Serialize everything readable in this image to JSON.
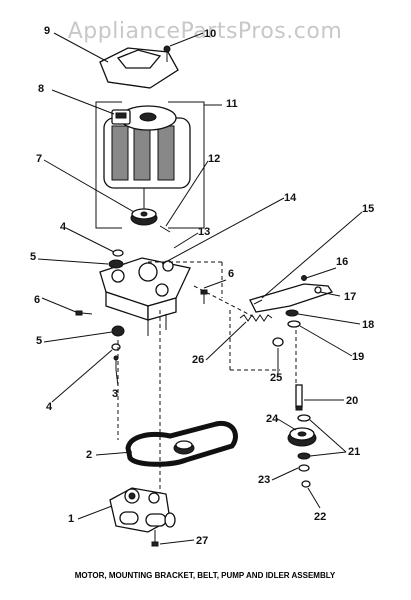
{
  "watermark": "AppliancePartsPros.com",
  "caption": "MOTOR, MOUNTING BRACKET, BELT, PUMP AND IDLER ASSEMBLY",
  "callouts": {
    "c1": "1",
    "c2": "2",
    "c3": "3",
    "c4a": "4",
    "c4b": "4",
    "c5a": "5",
    "c5b": "5",
    "c6a": "6",
    "c6b": "6",
    "c7": "7",
    "c8": "8",
    "c9": "9",
    "c10": "10",
    "c11": "11",
    "c12": "12",
    "c13": "13",
    "c14": "14",
    "c15": "15",
    "c16": "16",
    "c17": "17",
    "c18": "18",
    "c19": "19",
    "c20": "20",
    "c21": "21",
    "c22": "22",
    "c23": "23",
    "c24": "24",
    "c25": "25",
    "c26": "26",
    "c27": "27"
  }
}
